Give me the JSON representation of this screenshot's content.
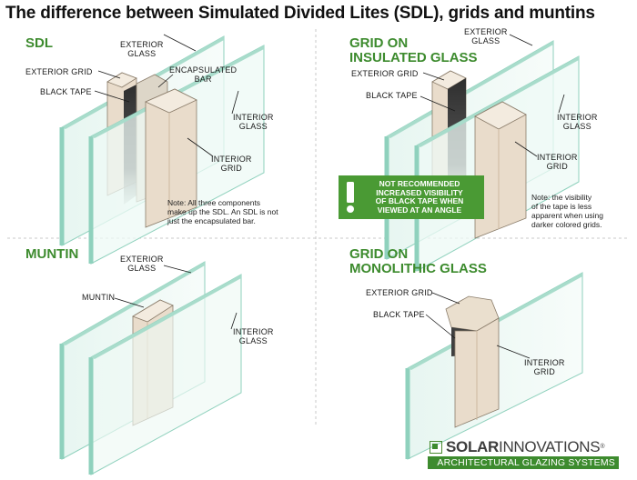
{
  "title": "The difference between Simulated Divided Lites (SDL), grids and muntins",
  "panels": {
    "sdl": {
      "heading": "SDL",
      "labels": {
        "exterior_glass": "EXTERIOR\nGLASS",
        "exterior_grid": "EXTERIOR GRID",
        "encapsulated_bar": "ENCAPSULATED\nBAR",
        "black_tape": "BLACK TAPE",
        "interior_glass": "INTERIOR\nGLASS",
        "interior_grid": "INTERIOR\nGRID"
      },
      "note": "Note: All three components\nmake up the SDL. An SDL is not\njust the encapsulated bar."
    },
    "grid_insulated": {
      "heading": "GRID ON\nINSULATED GLASS",
      "labels": {
        "exterior_glass": "EXTERIOR\nGLASS",
        "exterior_grid": "EXTERIOR GRID",
        "black_tape": "BLACK TAPE",
        "interior_glass": "INTERIOR\nGLASS",
        "interior_grid": "INTERIOR\nGRID"
      },
      "note": "Note: the visibility\nof the tape is less\napparent when using\ndarker colored grids.",
      "warning": "NOT RECOMMENDED\nINCREASED VISIBILITY\nOF BLACK TAPE WHEN\nVIEWED AT AN ANGLE"
    },
    "muntin": {
      "heading": "MUNTIN",
      "labels": {
        "exterior_glass": "EXTERIOR\nGLASS",
        "muntin": "MUNTIN",
        "interior_glass": "INTERIOR\nGLASS"
      }
    },
    "grid_monolithic": {
      "heading": "GRID ON\nMONOLITHIC GLASS",
      "labels": {
        "exterior_grid": "EXTERIOR GRID",
        "black_tape": "BLACK TAPE",
        "interior_grid": "INTERIOR\nGRID"
      }
    }
  },
  "logo": {
    "name_part1": "SOLAR",
    "name_part2": "INNOVATIONS",
    "registered": "®",
    "tagline": "ARCHITECTURAL GLAZING SYSTEMS"
  },
  "colors": {
    "heading_green": "#3d8b2e",
    "glass_fill": "#dff2ec",
    "glass_edge": "#8fd1bd",
    "grid_wood": "#e9dccb",
    "grid_shade": "#cdb99f",
    "tape": "#3f3f3f",
    "divider": "#c8c8c8"
  }
}
